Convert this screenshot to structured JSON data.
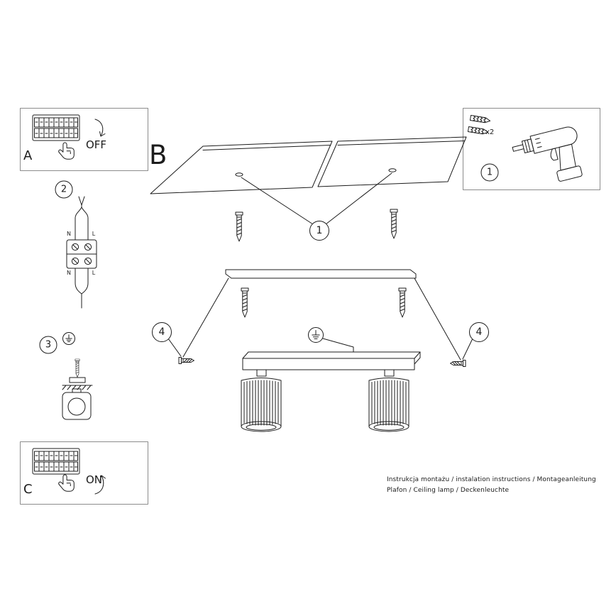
{
  "colors": {
    "ink": "#1c1c1c",
    "box_border": "#8c8c8c",
    "background": "#ffffff"
  },
  "steps": {
    "power_off": {
      "label": "A",
      "state": "OFF"
    },
    "overview": {
      "label": "B"
    },
    "power_on": {
      "label": "C",
      "state": "ON"
    },
    "anchors": {
      "balloon": "1",
      "quantity": "x2"
    },
    "wiring": {
      "balloon": "2",
      "terminals": {
        "neutral": "N",
        "live": "L"
      }
    },
    "ground": {
      "balloon": "3"
    },
    "side_screws": {
      "balloon": "4"
    }
  },
  "footer": {
    "line1": "Instrukcja montażu / instalation instructions / Montageanleitung",
    "line2": "Plafon / Ceiling lamp / Deckenleuchte"
  },
  "icons": {
    "breaker-panel-icon": "fuse-box grid line-art",
    "hand-icon": "pointing hand line-art",
    "off-arrow-icon": "curved arrow down",
    "on-arrow-icon": "curved arrow up",
    "wall-plug-icon": "expansion dowel",
    "drill-icon": "power drill",
    "screw-icon": "mounting screw",
    "ground-symbol-icon": "earth symbol in circle",
    "ceiling-panels": "suspended ceiling in perspective",
    "mounting-bracket": "metal mounting strip",
    "ceiling-lamp": "two-head spot ceiling lamp",
    "wiring-diagram": "N/L terminal block",
    "ground-clamp": "earth wire clamp"
  }
}
